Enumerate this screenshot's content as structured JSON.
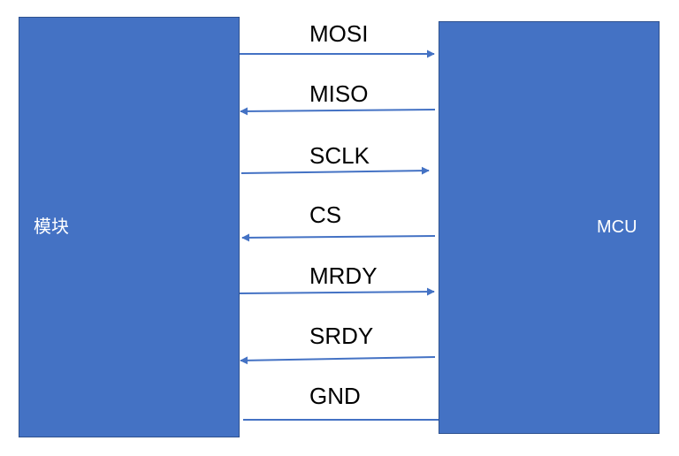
{
  "colors": {
    "block_fill": "#4472c4",
    "block_border": "#2f528f",
    "line": "#4472c4",
    "block_text": "#ffffff",
    "signal_text": "#000000"
  },
  "left_block": {
    "label": "模块"
  },
  "right_block": {
    "label": "MCU"
  },
  "signals": [
    {
      "label": "MOSI",
      "direction": "to-mcu"
    },
    {
      "label": "MISO",
      "direction": "to-module"
    },
    {
      "label": "SCLK",
      "direction": "to-mcu"
    },
    {
      "label": "CS",
      "direction": "to-module"
    },
    {
      "label": "MRDY",
      "direction": "to-mcu"
    },
    {
      "label": "SRDY",
      "direction": "to-module"
    },
    {
      "label": "GND",
      "direction": "none"
    }
  ]
}
